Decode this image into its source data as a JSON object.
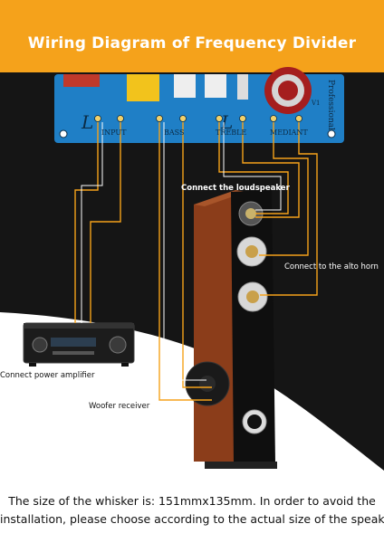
{
  "banner": {
    "title": "Wiring Diagram of Frequency Divider",
    "color": "#f5a21b"
  },
  "board": {
    "terminals": [
      "INPUT",
      "BASS",
      "TREBLE",
      "MEDIANT"
    ],
    "brand_text": "Professional",
    "model_mark": "V1",
    "color": "#1f7fc6"
  },
  "callouts": {
    "loudspeaker": "Connect the loudspeaker",
    "alto_horn": "Connect to the alto horn",
    "amplifier": "Connect power amplifier",
    "woofer": "Woofer receiver"
  },
  "wire_color": "#f5a21b",
  "caption": {
    "line1": "The size of the whisker is: 151mmx135mm. In order to avoid the",
    "line2": "installation, please choose according to the actual size of the speaker."
  }
}
